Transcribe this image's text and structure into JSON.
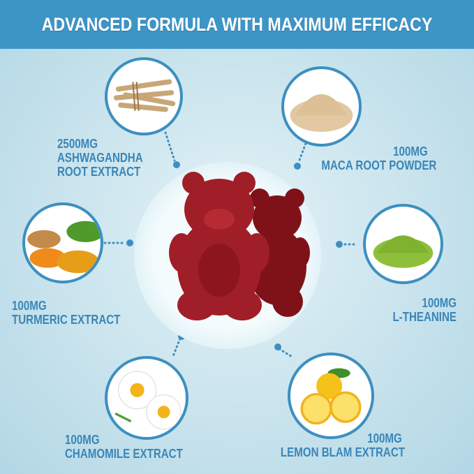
{
  "header": {
    "title": "ADVANCED FORMULA WITH MAXIMUM EFFICACY"
  },
  "colors": {
    "header": "#3d95c6",
    "text": "#3a86b8",
    "gummy": "#9b1c24"
  },
  "ingredients": [
    {
      "amount": "2500MG",
      "name_line1": "ASHWAGANDHA",
      "name_line2": "ROOT EXTRACT",
      "image": "ashwagandha-root"
    },
    {
      "amount": "100MG",
      "name_line1": "MACA ROOT POWDER",
      "image": "maca-powder"
    },
    {
      "amount": "100MG",
      "name_line1": "TURMERIC EXTRACT",
      "image": "turmeric"
    },
    {
      "amount": "100MG",
      "name_line1": "L-THEANINE",
      "image": "green-tea-powder"
    },
    {
      "amount": "100MG",
      "name_line1": "CHAMOMILE EXTRACT",
      "image": "chamomile-flowers"
    },
    {
      "amount": "100MG",
      "name_line1": "LEMON BLAM EXTRACT",
      "image": "lemons"
    }
  ],
  "center": {
    "image": "red-gummy-bears"
  }
}
